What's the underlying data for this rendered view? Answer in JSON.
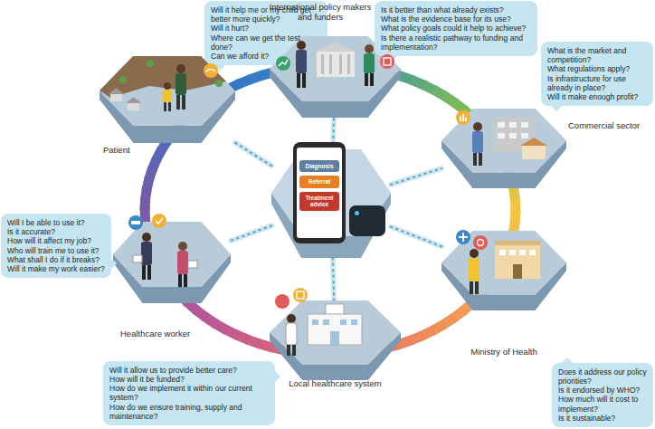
{
  "diagram": {
    "nodes": [
      {
        "text": [
          "Patient"
        ]
      },
      {
        "text": [
          "Will it help me or my child get better more quickly?",
          "Will it hurt?",
          "Where can we get the test done?",
          "Can we afford it?"
        ]
      },
      {
        "text": [
          "International policy makers and funders"
        ]
      },
      {
        "text": [
          "Is it better than what already exists?",
          "What is the evidence base for its use?",
          "What policy goals could it help to achieve?",
          "Is there a realistic pathway to funding and implementation?"
        ]
      },
      {
        "text": [
          "Commercial sector"
        ]
      },
      {
        "text": [
          "What is the market and competition?",
          "What regulations apply?",
          "Is infrastructure for use already in place?",
          "Will it make enough profit?"
        ]
      },
      {
        "text": [
          "Diagnosis",
          "Referral",
          "Treatment advice"
        ]
      },
      {
        "text": [
          "Healthcare worker"
        ]
      },
      {
        "text": [
          "Will I be able to use it?",
          "Is it accurate?",
          "How will it affect my job?",
          "Who will train me to use it?",
          "What shall I do if it breaks?",
          "Will it make my work easier?"
        ]
      },
      {
        "text": [
          "Ministry of Health"
        ]
      },
      {
        "text": [
          "Does it address our policy priorities?",
          "Is it endorsed by WHO?",
          "How much will it cost to implement?",
          "Is it sustainable?"
        ]
      },
      {
        "text": [
          "Local healthcare system"
        ]
      },
      {
        "text": [
          "Will it allow us to provide better care?",
          "How will it be funded?",
          "How do we implement it within our current system?",
          "How do we ensure training, supply and maintenance?"
        ]
      }
    ],
    "edges": [
      {
        "from": 6,
        "to": 0,
        "arrow": "none"
      },
      {
        "from": 6,
        "to": 2,
        "arrow": "none"
      },
      {
        "from": 6,
        "to": 4,
        "arrow": "none"
      },
      {
        "from": 6,
        "to": 7,
        "arrow": "none"
      },
      {
        "from": 6,
        "to": 9,
        "arrow": "none"
      },
      {
        "from": 6,
        "to": 11,
        "arrow": "none"
      }
    ]
  }
}
